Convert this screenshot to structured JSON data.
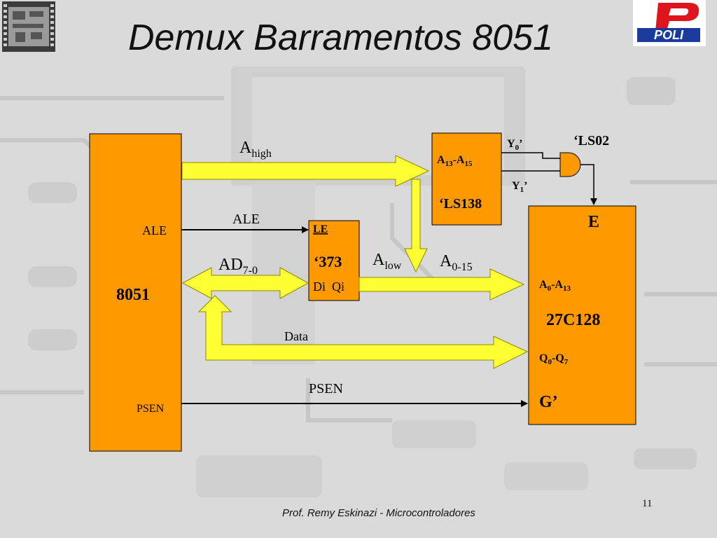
{
  "slide": {
    "title": "Demux Barramentos 8051",
    "footer": "Prof. Remy Eskinazi - Microcontroladores",
    "number": "11",
    "logo_text": "POLI"
  },
  "colors": {
    "block_fill": "#ff9900",
    "bus_fill": "#ffff33",
    "bus_stroke": "#8a8a00",
    "line": "#000000",
    "logo_red": "#e0141c",
    "logo_blue": "#1a3a9c"
  },
  "diagram": {
    "mcu": {
      "name": "8051",
      "pin_ale": "ALE",
      "pin_psen": "PSEN"
    },
    "latch": {
      "le": "LE",
      "name": "‘373",
      "pins": "Di  Qi"
    },
    "decoder": {
      "addr_main": "A",
      "addr_sub1": "13",
      "addr_dash": "-A",
      "addr_sub2": "15",
      "name": "‘LS138",
      "y0_main": "Y",
      "y0_sub": "0",
      "y0_suffix": "’",
      "y1_main": "Y",
      "y1_sub": "1",
      "y1_suffix": "’"
    },
    "gate": {
      "name": "‘LS02"
    },
    "eprom": {
      "e_pin": "E",
      "addr_main": "A",
      "addr_sub1": "0",
      "addr_dash": "-A",
      "addr_sub2": "13",
      "name": "27C128",
      "data_main": "Q",
      "data_sub1": "0",
      "data_dash": "-Q",
      "data_sub2": "7",
      "g_pin": "G’"
    },
    "signals": {
      "ahigh_main": "A",
      "ahigh_sub": "high",
      "ale": "ALE",
      "ad_main": "AD",
      "ad_sub": "7-0",
      "alow_main": "A",
      "alow_sub": "low",
      "a015_main": "A",
      "a015_sub": "0-15",
      "data": "Data",
      "psen": "PSEN"
    }
  }
}
